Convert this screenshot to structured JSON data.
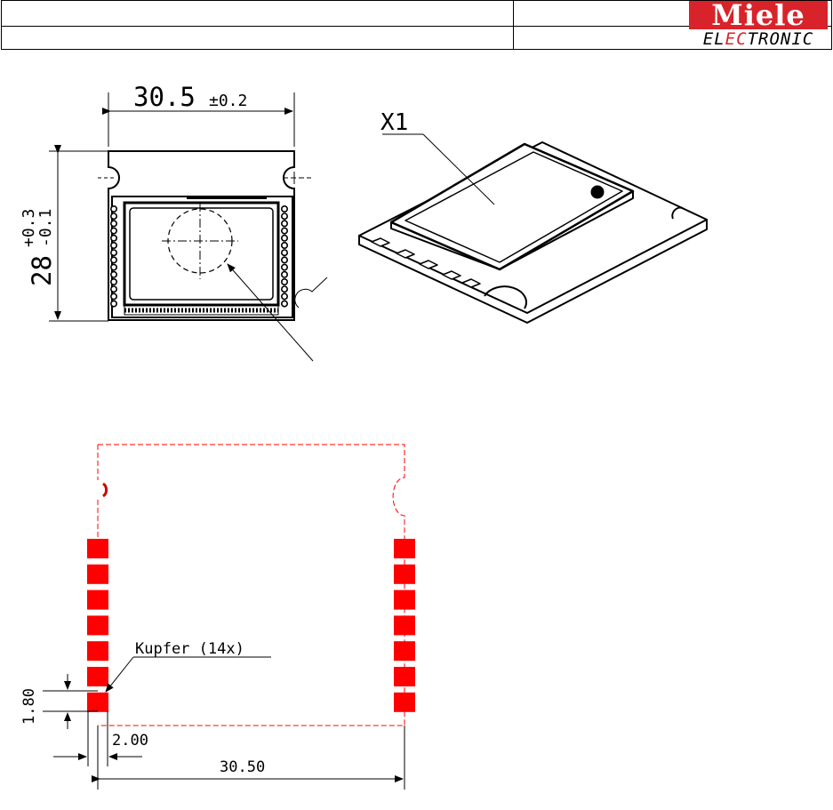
{
  "header": {
    "logo_word": "Miele",
    "logo_sub_prefix": "EL",
    "logo_sub_highlight": "EC",
    "logo_sub_suffix": "TRONIC",
    "brand_red": "#d9232a"
  },
  "top_view": {
    "width_value": "30.5",
    "width_tol": "±0.2",
    "height_value": "28",
    "height_tol_plus": "+0.3",
    "height_tol_minus": "-0.1"
  },
  "iso_view": {
    "label": "X1"
  },
  "footprint": {
    "pad_label": "Kupfer (14x)",
    "pad_height": "1.80",
    "pad_width": "2.00",
    "overall_width": "30.50",
    "pad_color": "#ff0000",
    "outline_color": "#ff0000"
  }
}
